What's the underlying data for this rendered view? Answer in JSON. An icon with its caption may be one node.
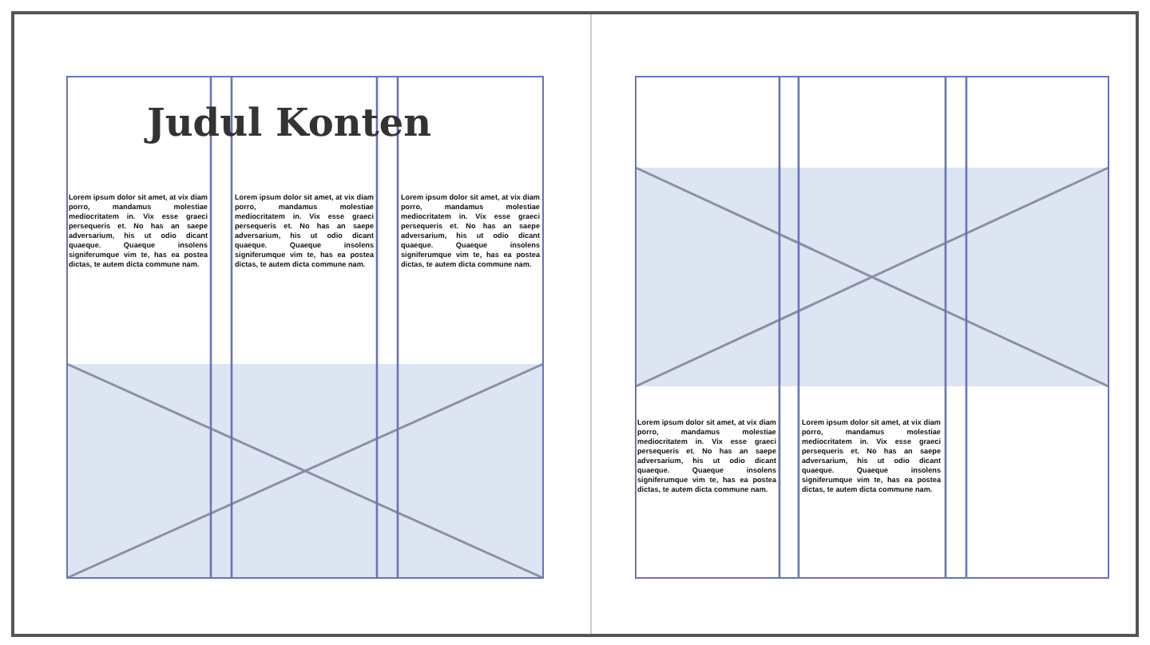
{
  "diagram": {
    "labels": [
      "Judul Konten",
      "Lorem ipsum dolor sit amet, at vix diam porro, mandamus molestiae mediocritatem in. Vix esse graeci persequeris et. No has an saepe adversarium, his ut odio dicant quaeque. Quaeque insolens signiferumque vim te, has ea postea dictas, te autem dicta commune nam.",
      "Lorem ipsum dolor sit amet, at vix diam porro, mandamus molestiae mediocritatem in. Vix esse graeci persequeris et. No has an saepe adversarium, his ut odio dicant quaeque. Quaeque insolens signiferumque vim te, has ea postea dictas, te autem dicta commune nam.",
      "Lorem ipsum dolor sit amet, at vix diam porro, mandamus molestiae mediocritatem in. Vix esse graeci persequeris et. No has an saepe adversarium, his ut odio dicant quaeque. Quaeque insolens signiferumque vim te, has ea postea dictas, te autem dicta commune nam.",
      "Lorem ipsum dolor sit amet, at vix diam porro, mandamus molestiae mediocritatem in. Vix esse graeci persequeris et. No has an saepe adversarium, his ut odio dicant quaeque. Quaeque insolens signiferumque vim te, has ea postea dictas, te autem dicta commune nam.",
      "Lorem ipsum dolor sit amet, at vix diam porro, mandamus molestiae mediocritatem in. Vix esse graeci persequeris et. No has an saepe adversarium, his ut odio dicant quaeque. Quaeque insolens signiferumque vim te, has ea postea dictas, te autem dicta commune nam."
    ]
  }
}
